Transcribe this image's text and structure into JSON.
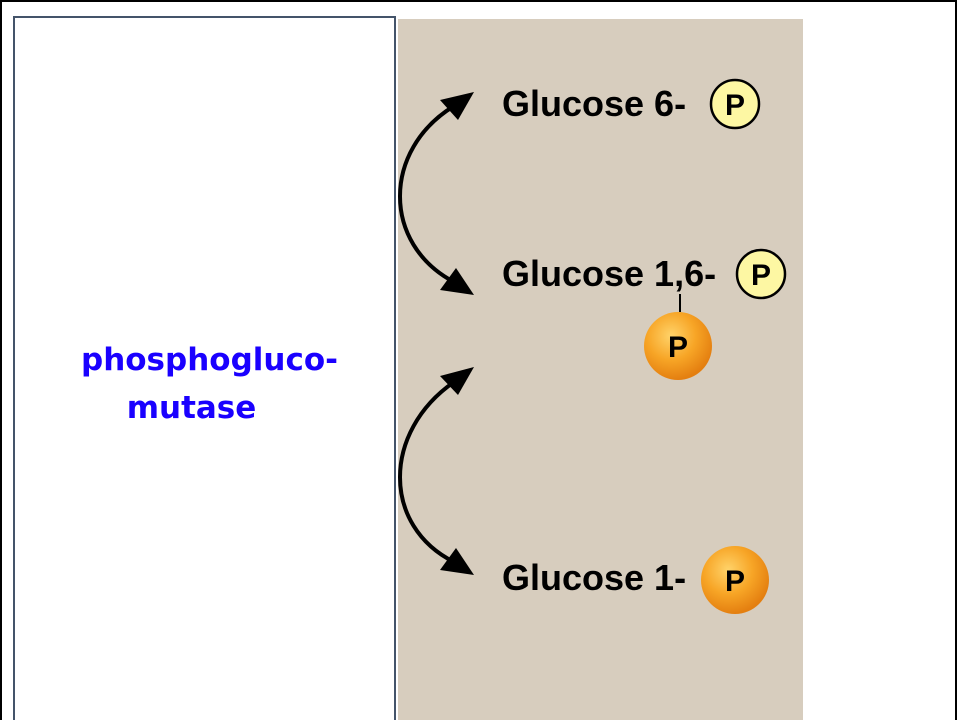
{
  "enzyme": {
    "line1": "phosphogluco-",
    "line2": "mutase"
  },
  "compounds": {
    "top": "Glucose 6-",
    "middle": "Glucose 1,6-",
    "bottom": "Glucose 1-"
  },
  "phosphate_symbol": "P",
  "colors": {
    "enzyme_text": "#1a00ff",
    "diagram_background": "#d7cdbe",
    "phosphate_light": "#fdf7a3",
    "phosphate_orange": "#f39c1a",
    "panel_border": "#44546a"
  },
  "icons": {
    "reaction_arrows": "curved-double-arrow-icon",
    "phosphate": "phosphate-circle-icon"
  }
}
